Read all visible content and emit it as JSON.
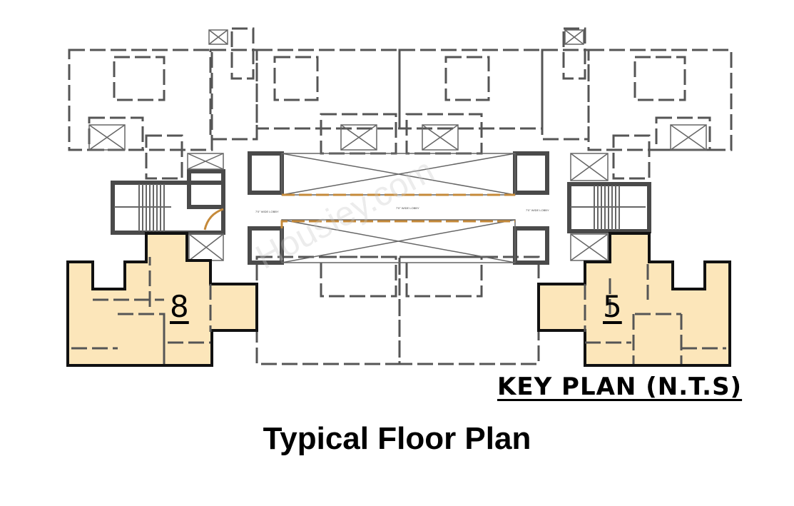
{
  "diagram": {
    "units": [
      {
        "number": "8",
        "highlighted": true
      },
      {
        "number": "5",
        "highlighted": true
      }
    ],
    "highlight_color": "#FCE6BA",
    "wall_color": "#555555",
    "lobby_label": "WIDE LOBBY"
  },
  "key_plan_label": "KEY PLAN (N.T.S)",
  "title": "Typical Floor Plan",
  "watermark": "Housiey.com"
}
